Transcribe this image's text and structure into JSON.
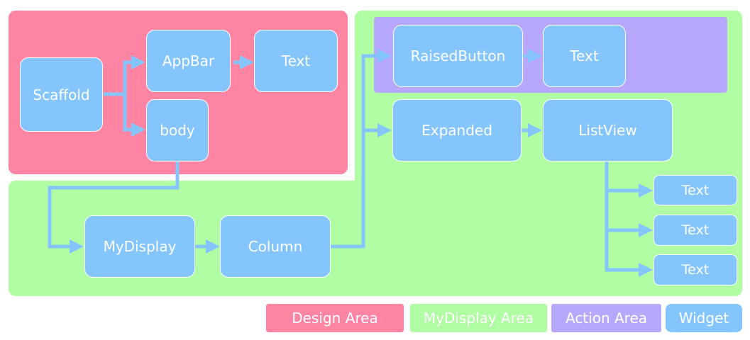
{
  "colors": {
    "design_area": "#fe84a4",
    "mydisplay_area": "#b0fda4",
    "action_area": "#b8a8fd",
    "widget": "#85c5fd",
    "arrow": "#85c5fd"
  },
  "nodes": {
    "scaffold": "Scaffold",
    "appbar": "AppBar",
    "appbar_text": "Text",
    "body": "body",
    "mydisplay": "MyDisplay",
    "column": "Column",
    "raised_button": "RaisedButton",
    "button_text": "Text",
    "expanded": "Expanded",
    "listview": "ListView",
    "list_text_1": "Text",
    "list_text_2": "Text",
    "list_text_3": "Text"
  },
  "legend": {
    "design": "Design Area",
    "mydisplay": "MyDisplay Area",
    "action": "Action Area",
    "widget": "Widget"
  }
}
